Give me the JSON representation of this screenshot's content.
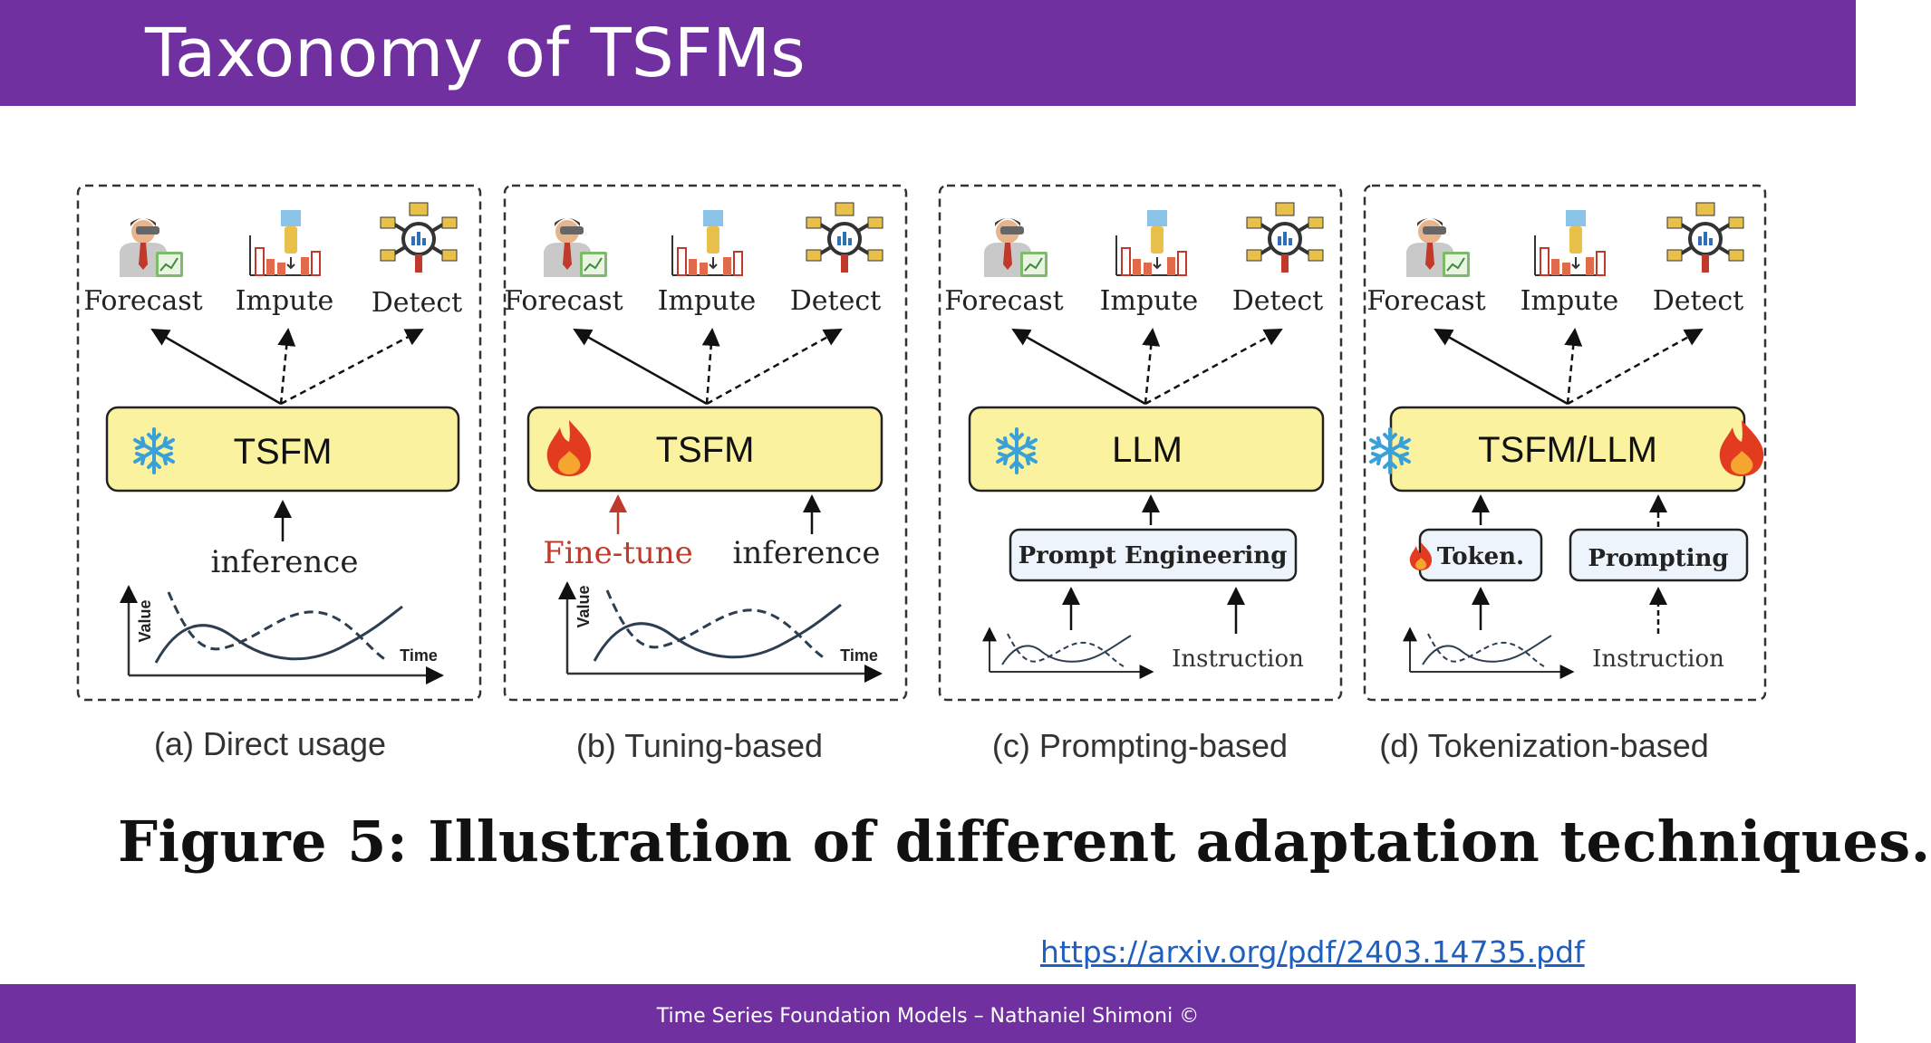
{
  "slide": {
    "title": "Taxonomy of TSFMs",
    "footer": "Time Series Foundation Models – Nathaniel Shimoni ©",
    "link": "https://arxiv.org/pdf/2403.14735.pdf",
    "caption": "Figure 5: Illustration of different adaptation techniques."
  },
  "figure": {
    "tasks": [
      "Forecast",
      "Impute",
      "Detect"
    ],
    "axis": {
      "y": "Value",
      "x": "Time"
    },
    "panels": [
      {
        "id": "a",
        "model": "TSFM",
        "left_icon": "snowflake-icon",
        "inputs": [
          "inference"
        ],
        "caption": "(a) Direct usage"
      },
      {
        "id": "b",
        "model": "TSFM",
        "left_icon": "fire-icon",
        "inputs": [
          "Fine-tune",
          "inference"
        ],
        "caption": "(b) Tuning-based"
      },
      {
        "id": "c",
        "model": "LLM",
        "left_icon": "snowflake-icon",
        "inputs": [
          "Prompt Engineering",
          "Instruction"
        ],
        "caption": "(c) Prompting-based"
      },
      {
        "id": "d",
        "model": "TSFM/LLM",
        "left_icon": "snowflake-icon",
        "right_icon": "fire-icon",
        "inputs": [
          "Token.",
          "Prompting",
          "Instruction"
        ],
        "caption": "(d) Tokenization-based"
      }
    ]
  },
  "colors": {
    "banner": "#7030a0",
    "model_box": "#fbf2a0",
    "finetune": "#c0392b",
    "link": "#1f5fbf"
  }
}
